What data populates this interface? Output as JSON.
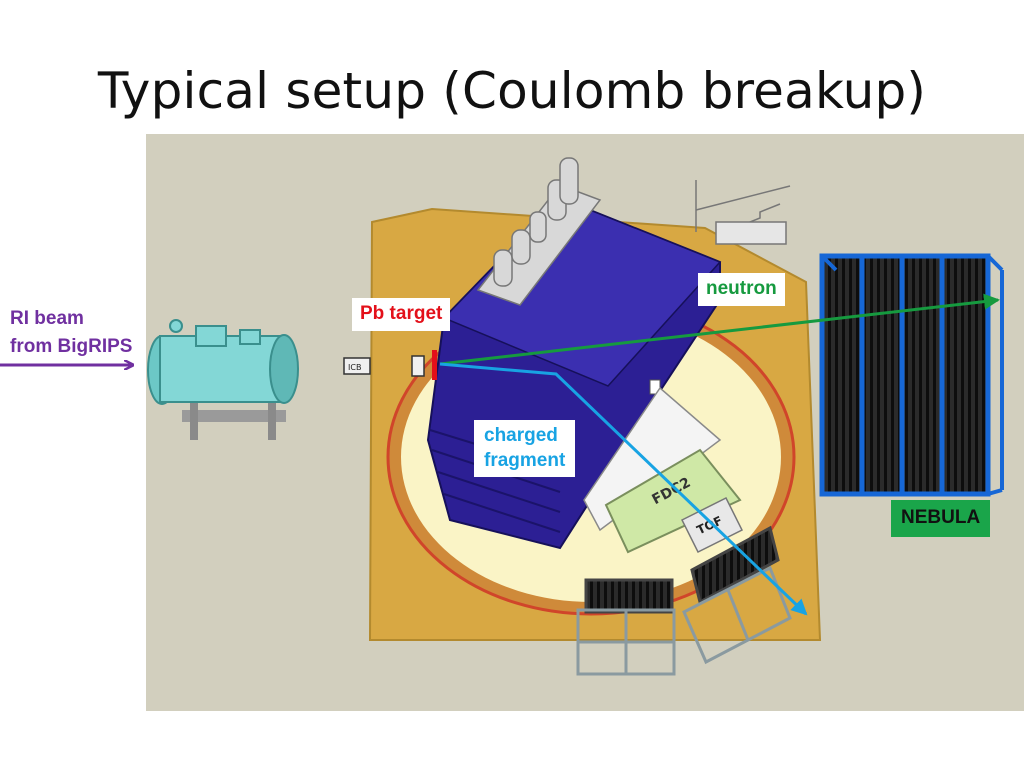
{
  "title": "Typical setup (Coulomb breakup)",
  "labels": {
    "beam_line1": "RI beam",
    "beam_line2": "from BigRIPS",
    "pb_target": "Pb target",
    "neutron": "neutron",
    "charged_line1": "charged",
    "charged_line2": "fragment",
    "nebula": "NEBULA",
    "fdc2": "FDC2",
    "tof": "TOF",
    "icb": "ICB"
  },
  "colors": {
    "scene_background": "#d2cfbe",
    "floor": "#d8a843",
    "turntable": "#faf4c6",
    "turntable_ring": "#d0452a",
    "magnet": "#2c1f94",
    "vacuum_chamber": "#83d7d6",
    "fdc2": "#cfe8a6",
    "nebula_frame": "#1667d6",
    "beam_arrow": "#7030a0",
    "neutron_arrow": "#169a3f",
    "fragment_arrow": "#18a3e3",
    "pb_target": "#e3101a"
  }
}
